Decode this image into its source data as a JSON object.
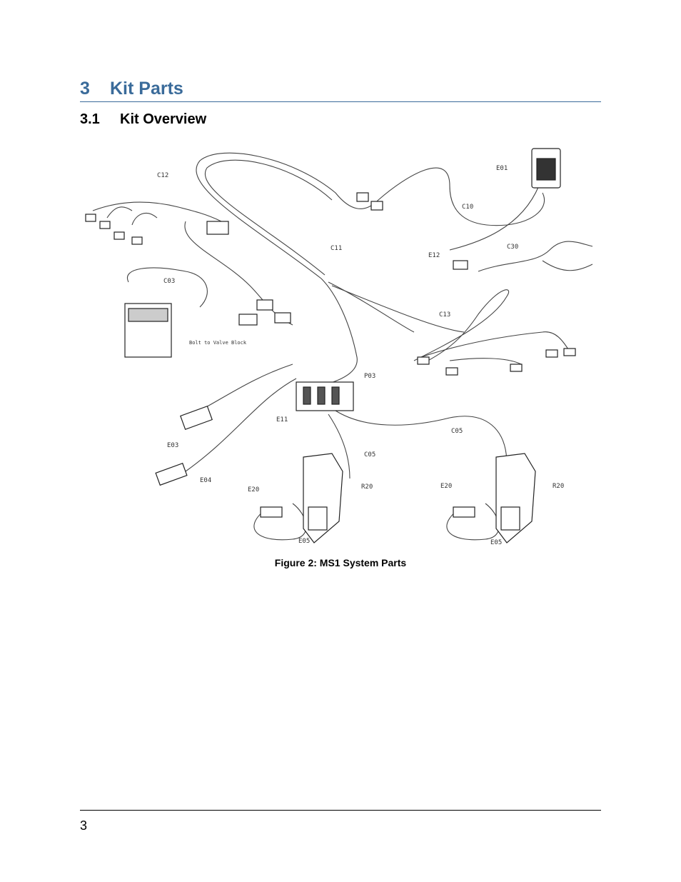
{
  "heading1": {
    "number": "3",
    "title": "Kit Parts"
  },
  "heading2": {
    "number": "3.1",
    "title": "Kit Overview"
  },
  "figure": {
    "caption": "Figure 2: MS1 System Parts",
    "callouts": [
      "C12",
      "E01",
      "C10",
      "C11",
      "E12",
      "C30",
      "C03",
      "C13",
      "Bolt to Valve Block",
      "P03",
      "E11",
      "C05",
      "E03",
      "C05",
      "E04",
      "E20",
      "R20",
      "E20",
      "R20",
      "E05",
      "E05"
    ]
  },
  "colors": {
    "heading": "#3a6b9a"
  },
  "page_number": "3"
}
